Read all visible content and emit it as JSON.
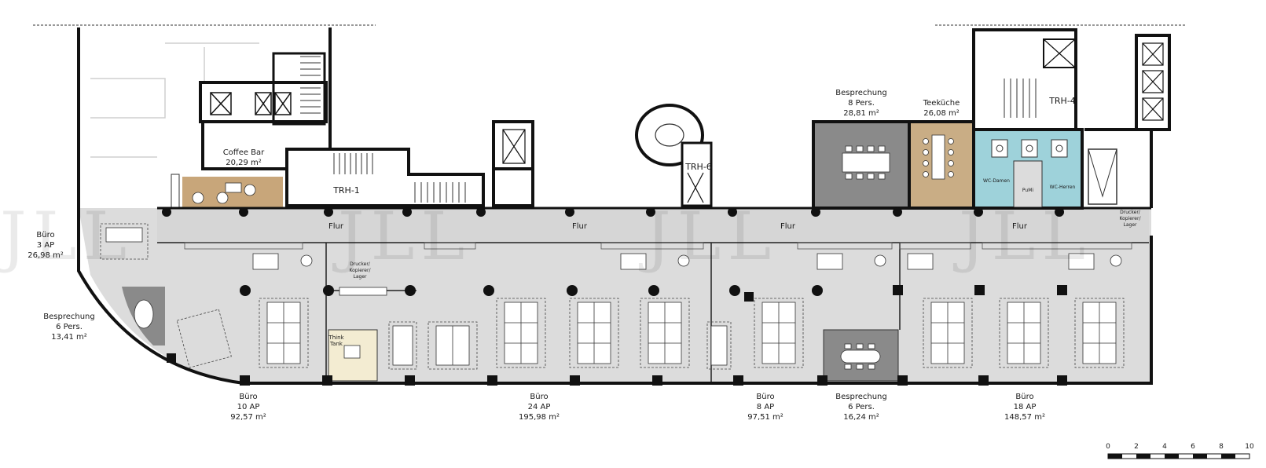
{
  "watermark": "JLL",
  "rooms": [
    {
      "name": "Coffee Bar",
      "area": "20,29 m²"
    },
    {
      "name": "TRH-1"
    },
    {
      "name": "TRH-6"
    },
    {
      "name": "TRH-4"
    },
    {
      "name": "Besprechung",
      "capacity": "8 Pers.",
      "area": "28,81 m²"
    },
    {
      "name": "Teeküche",
      "area": "26,08 m²"
    },
    {
      "name": "Büro",
      "capacity": "3 AP",
      "area": "26,98 m²"
    },
    {
      "name": "Besprechung",
      "capacity": "6 Pers.",
      "area": "13,41 m²"
    },
    {
      "name": "Büro",
      "capacity": "10 AP",
      "area": "92,57 m²"
    },
    {
      "name": "Büro",
      "capacity": "24 AP",
      "area": "195,98 m²"
    },
    {
      "name": "Büro",
      "capacity": "8 AP",
      "area": "97,51 m²"
    },
    {
      "name": "Besprechung",
      "capacity": "6 Pers.",
      "area": "16,24 m²"
    },
    {
      "name": "Büro",
      "capacity": "18 AP",
      "area": "148,57 m²"
    }
  ],
  "small_labels": {
    "flur": "Flur",
    "drucker_kopierer_lager": [
      "Drucker/",
      "Kopierer/",
      "Lager"
    ],
    "drucker_kopierer_lager_right": [
      "Drucker/",
      "Kopierer/",
      "Lager"
    ],
    "think_tank": [
      "Think",
      "Tank"
    ],
    "wc_damen": "WC-Damen",
    "wc_herren": "WC-Herren",
    "putzmittel": "PuMi"
  },
  "scale_bar": {
    "ticks": [
      "0",
      "2",
      "4",
      "6",
      "8",
      "10"
    ]
  },
  "colors": {
    "corridor": "#d9d9d9",
    "office": "#dcdcdc",
    "meeting_dark": "#8a8a8a",
    "kitchen": "#c9ad85",
    "coffee": "#c8a67a",
    "think_tank": "#f3ecd2",
    "wc": "#9ed2da"
  }
}
